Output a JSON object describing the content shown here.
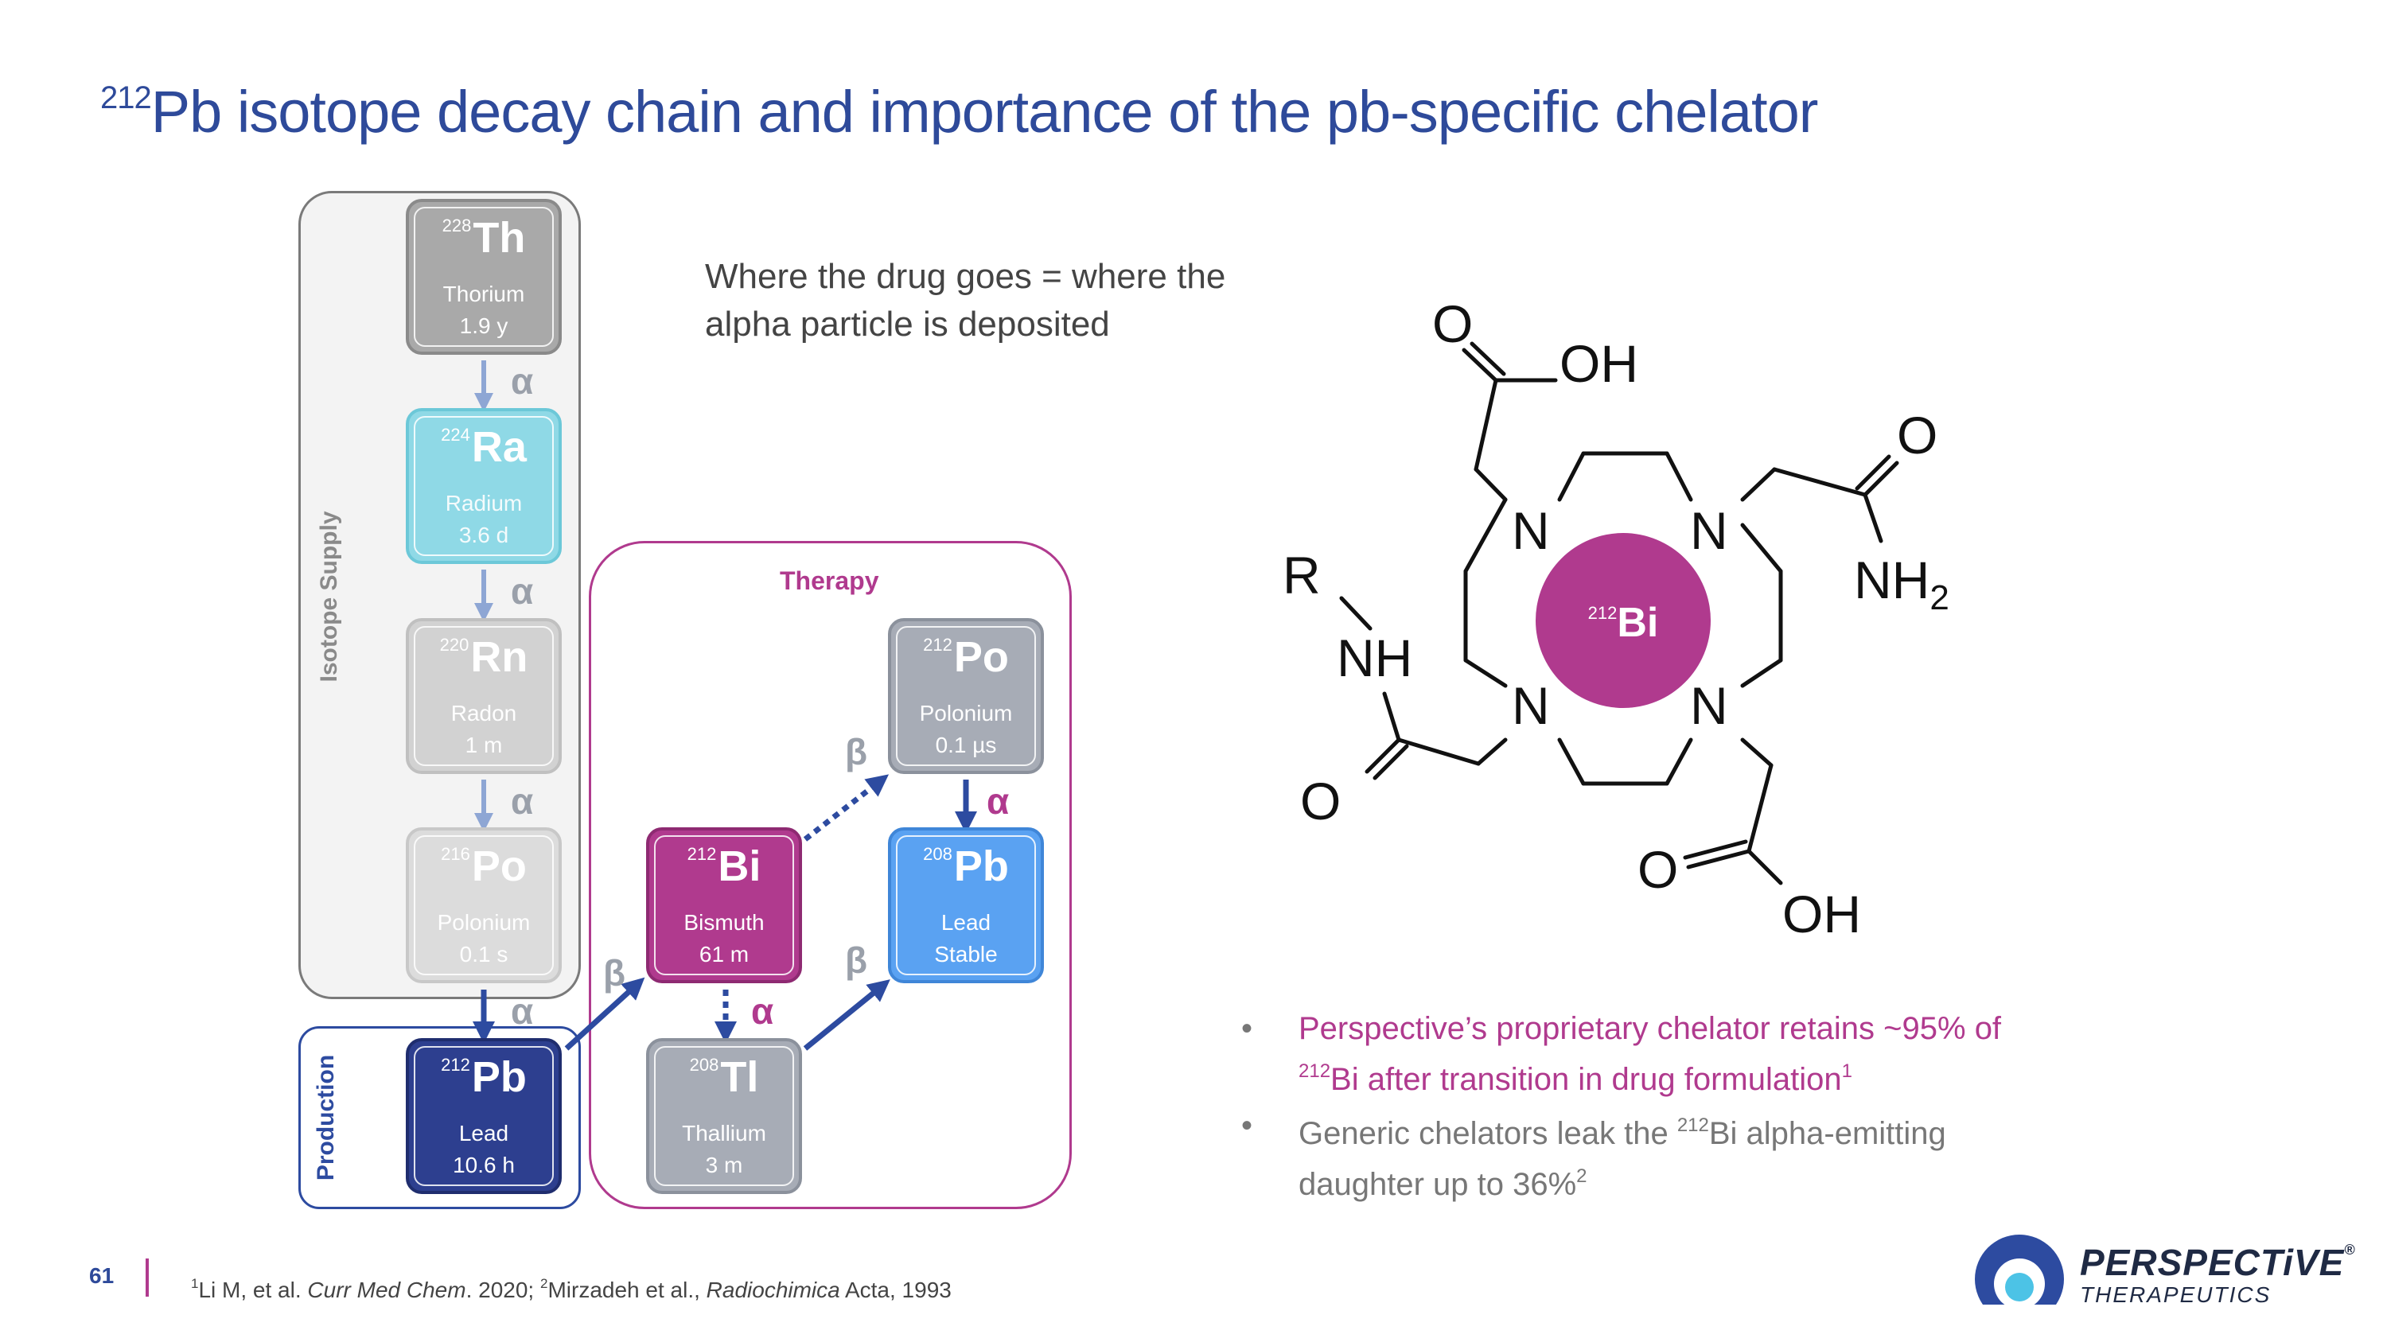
{
  "title": {
    "sup": "212",
    "text": "Pb isotope decay chain and importance of the pb-specific chelator"
  },
  "quote": [
    "Where the drug goes = where the",
    "alpha particle is deposited"
  ],
  "groups": {
    "isotope_supply": "Isotope Supply",
    "production": "Production",
    "therapy": "Therapy"
  },
  "isotopes": {
    "th228": {
      "mass": "228",
      "symbol": "Th",
      "name": "Thorium",
      "half_life": "1.9 y"
    },
    "ra224": {
      "mass": "224",
      "symbol": "Ra",
      "name": "Radium",
      "half_life": "3.6 d"
    },
    "rn220": {
      "mass": "220",
      "symbol": "Rn",
      "name": "Radon",
      "half_life": "1 m"
    },
    "po216": {
      "mass": "216",
      "symbol": "Po",
      "name": "Polonium",
      "half_life": "0.1 s"
    },
    "pb212": {
      "mass": "212",
      "symbol": "Pb",
      "name": "Lead",
      "half_life": "10.6 h"
    },
    "bi212": {
      "mass": "212",
      "symbol": "Bi",
      "name": "Bismuth",
      "half_life": "61 m"
    },
    "tl208": {
      "mass": "208",
      "symbol": "Tl",
      "name": "Thallium",
      "half_life": "3 m"
    },
    "po212": {
      "mass": "212",
      "symbol": "Po",
      "name": "Polonium",
      "half_life": "0.1 µs"
    },
    "pb208": {
      "mass": "208",
      "symbol": "Pb",
      "name": "Lead",
      "half_life": "Stable"
    }
  },
  "decay": {
    "alpha": "α",
    "beta": "β"
  },
  "molecule": {
    "o_top": "O",
    "oh_top": "OH",
    "o_right": "O",
    "nh2_right": "NH",
    "nh2_sub": "2",
    "r": "R",
    "nh_left": "NH",
    "o_left": "O",
    "o_bottom": "O",
    "oh_bottom": "OH",
    "n": "N",
    "center_mass": "212",
    "center_symbol": "Bi"
  },
  "bullets": [
    {
      "parts": [
        "Perspective’s proprietary chelator retains ~95% of",
        "212",
        "Bi after transition in drug formulation",
        "1"
      ],
      "color": "#b03a8e"
    },
    {
      "parts": [
        "Generic chelators leak the ",
        "212",
        "Bi alpha-emitting",
        "daughter up to 36%",
        "2"
      ],
      "color": "#777777"
    }
  ],
  "page_number": "61",
  "footnote": {
    "s1": "1",
    "t1": "Li M, et al. ",
    "j1": "Curr Med Chem",
    "t2": ". 2020; ",
    "s2": "2",
    "t3": "Mirzadeh et al., ",
    "j2": "Radiochimica",
    "t4": "  Acta, 1993"
  },
  "logo": {
    "name": "PERSPECTiVE",
    "reg": "®",
    "sub": "THERAPEUTICS"
  },
  "colors": {
    "title_blue": "#2e4a9a",
    "therapy_magenta": "#b03a8e",
    "thorium_gray": "#a9a9a9",
    "radium_cyan": "#8fd9e6",
    "faded_gray": "#d2d2d2",
    "lead_navy": "#2d3f8f",
    "bismuth_magenta": "#b03a8e",
    "thallium_gray": "#a7acb6",
    "polonium_gray": "#a7acb6",
    "lead_stable_blue": "#5aa2f2",
    "arrow_blue": "#2d4ba0"
  }
}
